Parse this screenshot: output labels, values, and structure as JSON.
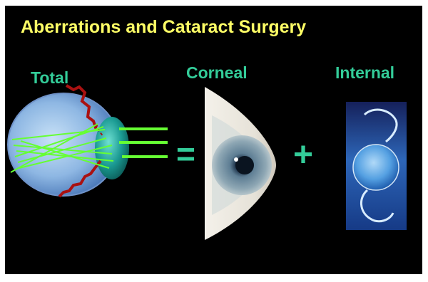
{
  "title": "Aberrations and Cataract Surgery",
  "labels": {
    "total": "Total",
    "corneal": "Corneal",
    "internal": "Internal"
  },
  "operators": {
    "equals": "=",
    "plus": "+"
  },
  "colors": {
    "background": "#000000",
    "title": "#ffff66",
    "label": "#33cc99",
    "ray": "#66ff33",
    "vessel": "#aa1111"
  }
}
